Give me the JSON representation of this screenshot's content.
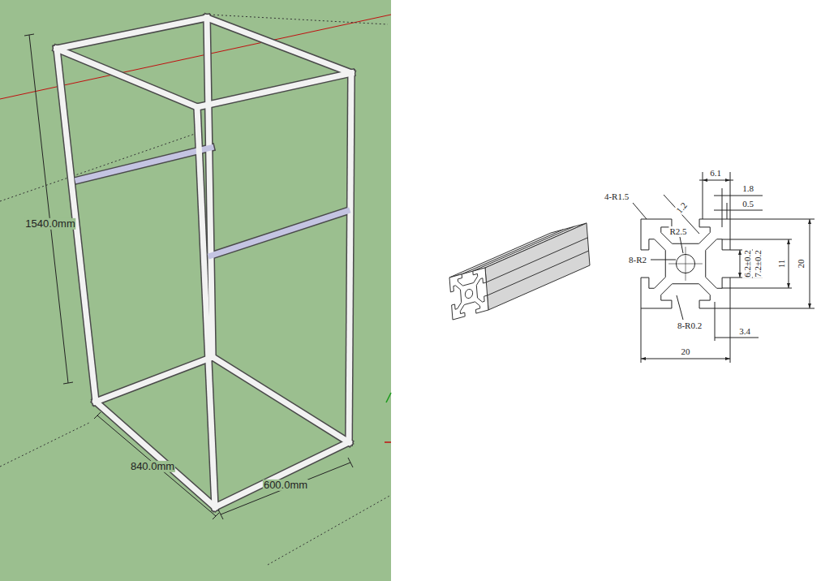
{
  "diagram": {
    "labels": [
      "1540.0mm",
      "840.0mm",
      "600.0mm",
      "6.1",
      "1.8",
      "0.5",
      "4-R1.5",
      "1.2",
      "R2.5",
      "8-R2",
      "6.2±0.2",
      "7.2±0.2",
      "11",
      "20",
      "8-R0.2",
      "3.4",
      "20"
    ]
  }
}
